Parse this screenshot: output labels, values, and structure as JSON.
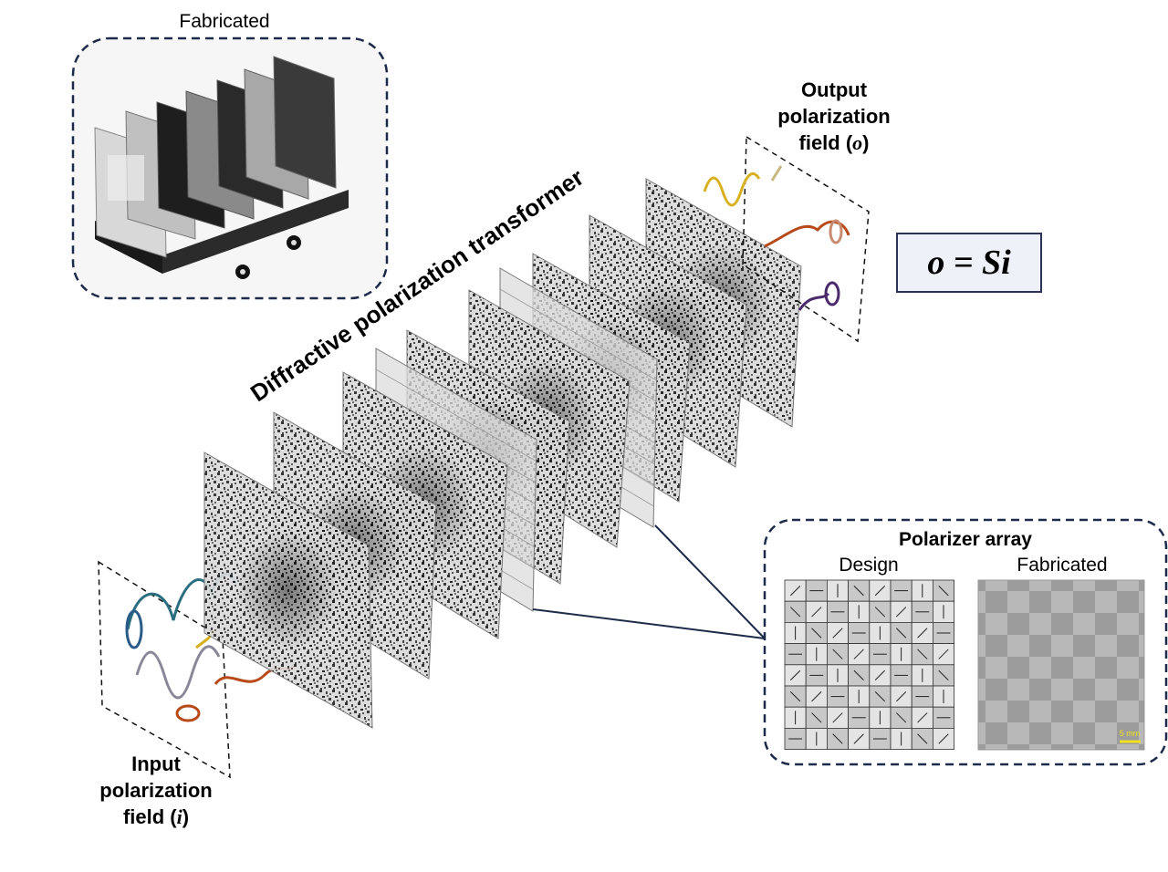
{
  "fabricated_inset": {
    "title": "Fabricated"
  },
  "transformer_label": "Diffractive polarization transformer",
  "output_field": {
    "line1": "Output",
    "line2": "polarization",
    "line3_prefix": "field (",
    "symbol": "o",
    "line3_suffix": ")"
  },
  "input_field": {
    "line1": "Input",
    "line2": "polarization",
    "line3_prefix": "field (",
    "symbol": "i",
    "line3_suffix": ")"
  },
  "equation": "o = Si",
  "polarizer_array": {
    "title": "Polarizer array",
    "design_label": "Design",
    "fabricated_label": "Fabricated",
    "scale_bar": "5 mm",
    "grid_size": 8
  },
  "colors": {
    "dashed_border": "#1e2a4a",
    "equation_border": "#2a3355",
    "equation_fill": "#eef2f8",
    "wave_yellow": "#d8b020",
    "wave_orange": "#b84a1a",
    "wave_purple": "#4a2a6a",
    "wave_teal": "#2a6e80",
    "wave_gray": "#8a8898",
    "scale_bar": "#f0e020"
  }
}
